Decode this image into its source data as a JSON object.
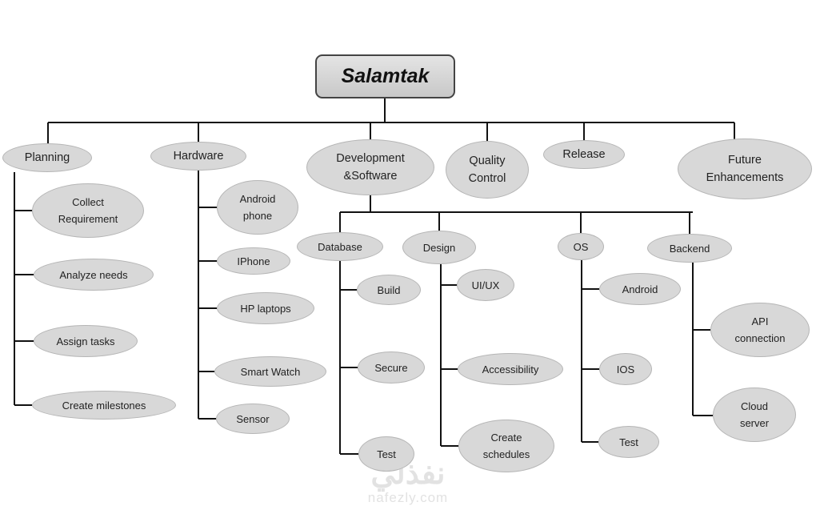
{
  "root": {
    "label": "Salamtak"
  },
  "nodes": [
    {
      "id": "planning",
      "label": "Planning"
    },
    {
      "id": "hardware",
      "label": "Hardware"
    },
    {
      "id": "development",
      "label": "Development\n&Software"
    },
    {
      "id": "quality",
      "label": "Quality\nControl"
    },
    {
      "id": "release",
      "label": "Release"
    },
    {
      "id": "future",
      "label": "Future\nEnhancements"
    },
    {
      "id": "collect",
      "label": "Collect\nRequirement"
    },
    {
      "id": "analyze",
      "label": "Analyze needs"
    },
    {
      "id": "assign",
      "label": "Assign tasks"
    },
    {
      "id": "milestones",
      "label": "Create milestones"
    },
    {
      "id": "android-phone",
      "label": "Android\nphone"
    },
    {
      "id": "iphone",
      "label": "IPhone"
    },
    {
      "id": "hp",
      "label": "HP laptops"
    },
    {
      "id": "watch",
      "label": "Smart Watch"
    },
    {
      "id": "sensor",
      "label": "Sensor"
    },
    {
      "id": "database",
      "label": "Database"
    },
    {
      "id": "design",
      "label": "Design"
    },
    {
      "id": "os",
      "label": "OS"
    },
    {
      "id": "backend",
      "label": "Backend"
    },
    {
      "id": "build",
      "label": "Build"
    },
    {
      "id": "secure",
      "label": "Secure"
    },
    {
      "id": "db-test",
      "label": "Test"
    },
    {
      "id": "uiux",
      "label": "UI/UX"
    },
    {
      "id": "accessibility",
      "label": "Accessibility"
    },
    {
      "id": "schedules",
      "label": "Create\nschedules"
    },
    {
      "id": "android",
      "label": "Android"
    },
    {
      "id": "ios",
      "label": "IOS"
    },
    {
      "id": "os-test",
      "label": "Test"
    },
    {
      "id": "api",
      "label": "API\nconnection"
    },
    {
      "id": "cloud",
      "label": "Cloud\nserver"
    }
  ],
  "watermark": {
    "arabic": "نفذلي",
    "latin": "nafezly.com"
  }
}
